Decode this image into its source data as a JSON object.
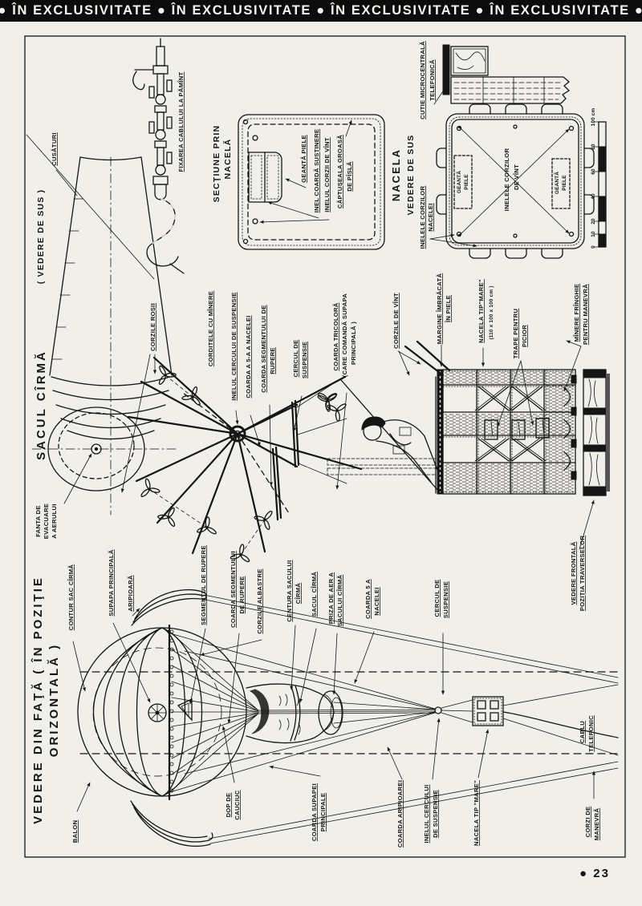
{
  "banner": {
    "text": "● ÎN EXCLUSIVITATE ● ÎN EXCLUSIVITATE ● ÎN EXCLUSIVITATE ● ÎN EXCLUSIVITATE ●"
  },
  "page_number": "● 23",
  "colors": {
    "ink": "#151515",
    "paper": "#f1efea",
    "banner_bg": "#0c0c0c"
  },
  "sack_top_view": {
    "title": "SACUL CÎRMĂ",
    "title_suffix": "( VEDERE DE SUS )",
    "cusaturi": "CUSĂTURI",
    "fixarea_cablului": "FIXAREA CABLULUI LA PĂMÎNT",
    "fanta": [
      "FANTA DE",
      "EVACUARE",
      "A AERULUI"
    ],
    "corzile_rosii": "CORZILE ROŞII"
  },
  "sectiune_nacela": {
    "title": [
      "SECŢIUNE PRIN",
      "NACELĂ"
    ],
    "geanta_piele": "GEANTĂ PIELE",
    "inel_coarda_sustinere": "INEL COARDĂ SUSŢINERE",
    "inelul_corzii_de_vint": "INELUL CORZII DE VÎNT",
    "captuseala": [
      "CĂPTUŞEALA GROASĂ",
      "DE PÎSLĂ"
    ]
  },
  "nacela_vedere_sus": {
    "title": "NACELA",
    "subtitle": "VEDERE DE SUS",
    "cutie": [
      "CUTIE MICROCENTRALĂ",
      "TELEFONICĂ"
    ],
    "inelele_corzilor_nacelei": [
      "INELELE CORZILOR",
      "NACELEI"
    ],
    "geanta_stinga": [
      "GEANTĂ",
      "PIELE"
    ],
    "geanta_dreapta": [
      "GEANTĂ",
      "PIELE"
    ],
    "inelele_corzilor_vint": [
      "INELELE CORZILOR",
      "DE VÎNT"
    ],
    "ruler": {
      "ticks": [
        "0",
        "10",
        "20",
        "40",
        "60",
        "80"
      ],
      "top": "100 cm"
    }
  },
  "suspensie": {
    "corditele": "CORDITELE CU MÎNERE",
    "inelul_cercului": "INELUL CERCULUI DE SUSPENSIE",
    "coarda_a5a": "COARDA A 5-A A NACELEI",
    "coarda_segmentului": [
      "COARDA SEGMENTULUI DE",
      "RUPERE"
    ],
    "cercul": [
      "CERCUL DE",
      "SUSPENSIE"
    ],
    "tricolora": [
      "COARDA TRICOLORĂ",
      "(CARE COMANDĂ SUPAPA",
      "PRINCIPALĂ )"
    ],
    "corzile_de_vint": "CORZILE DE VÎNT"
  },
  "nacela_laterala": {
    "margine": [
      "MARGINE ÎMBRĂCATĂ",
      "ÎN PIELE"
    ],
    "nacela_tip": [
      "NACELA TIP\"MARE\"",
      "(110 x 100 x 100 cm )"
    ],
    "trape": [
      "TRAPE PENTRU",
      "PICIOR"
    ],
    "minere": [
      "MÎNERE FRÎNGHIE",
      "PENTRU MANEVRĂ"
    ],
    "vedere_frontala": [
      "VEDERE FRONTALĂ",
      "POZIŢIA TRAVERSELOR"
    ]
  },
  "vedere_fata": {
    "title": [
      "VEDERE DIN FAŢĂ ( ÎN POZIŢIE",
      "ORIZONTALĂ )"
    ],
    "balon": "BALON",
    "contur_sac": "CONTUR SAC CÎRMĂ",
    "supapa": "SUPAPA PRINCIPALĂ",
    "aripioara": "ARIPIOARĂ",
    "segmentul_rupere": "SEGMENTUL DE RUPERE",
    "coarda_segmentului": [
      "COARDA SEGMENTULUI",
      "DE RUPERE"
    ],
    "corzile_albastre": "CORZILE ALBASTRE",
    "centura": [
      "CENTURA SACULUI",
      "CÎRMĂ"
    ],
    "sacul_cirma": "SACUL CÎRMĂ",
    "priza": [
      "PRIZA DE AER A",
      "SACULUI CÎRMĂ"
    ],
    "coarda_5": [
      "COARDA 5 A",
      "NACELEI"
    ],
    "cercul": [
      "CERCUL DE",
      "SUSPENSIE"
    ],
    "dop": [
      "DOP DE",
      "CAUCIUC"
    ],
    "coarda_supapei": [
      "COARDA SUPAPEI",
      "PRINCIPALE"
    ],
    "coarda_aripioarei": "COARDA ARIPIOAREI",
    "inelul_cercului": [
      "INELUL CERCULUI",
      "DE SUSPENSIE"
    ],
    "nacela_tip": "NACELA TIP \"MARE\"",
    "cablu_telefonic": [
      "CABLU",
      "TELEFONIC"
    ],
    "corzi_manevra": [
      "CORZI DE",
      "MANEVRĂ"
    ]
  }
}
